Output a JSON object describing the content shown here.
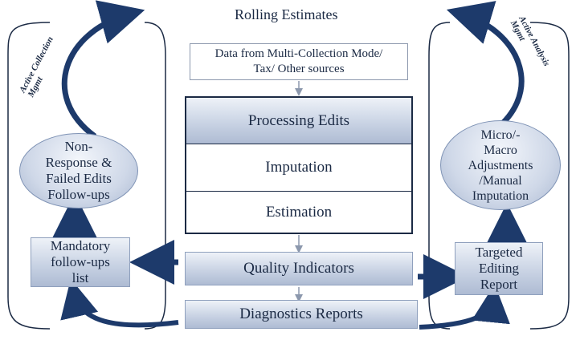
{
  "title": "Rolling Estimates",
  "sources_box": "Data from Multi-Collection Mode/\nTax/ Other sources",
  "core": {
    "processing_edits": "Processing Edits",
    "imputation": "Imputation",
    "estimation": "Estimation"
  },
  "quality_indicators": "Quality Indicators",
  "diagnostics_reports": "Diagnostics Reports",
  "left": {
    "side_label": "Active Collection\nMgmt",
    "ellipse": "Non-\nResponse &\nFailed Edits\nFollow-ups",
    "box": "Mandatory\nfollow-ups\nlist"
  },
  "right": {
    "side_label": "Active Analysis\nMgmt",
    "ellipse": "Micro/-\nMacro\nAdjustments\n/Manual\nImputation",
    "box": "Targeted\nEditing\nReport"
  },
  "colors": {
    "arrow": "#1d3a6b",
    "box_fill": "#c9d3e4",
    "outline": "#1b2a44"
  }
}
